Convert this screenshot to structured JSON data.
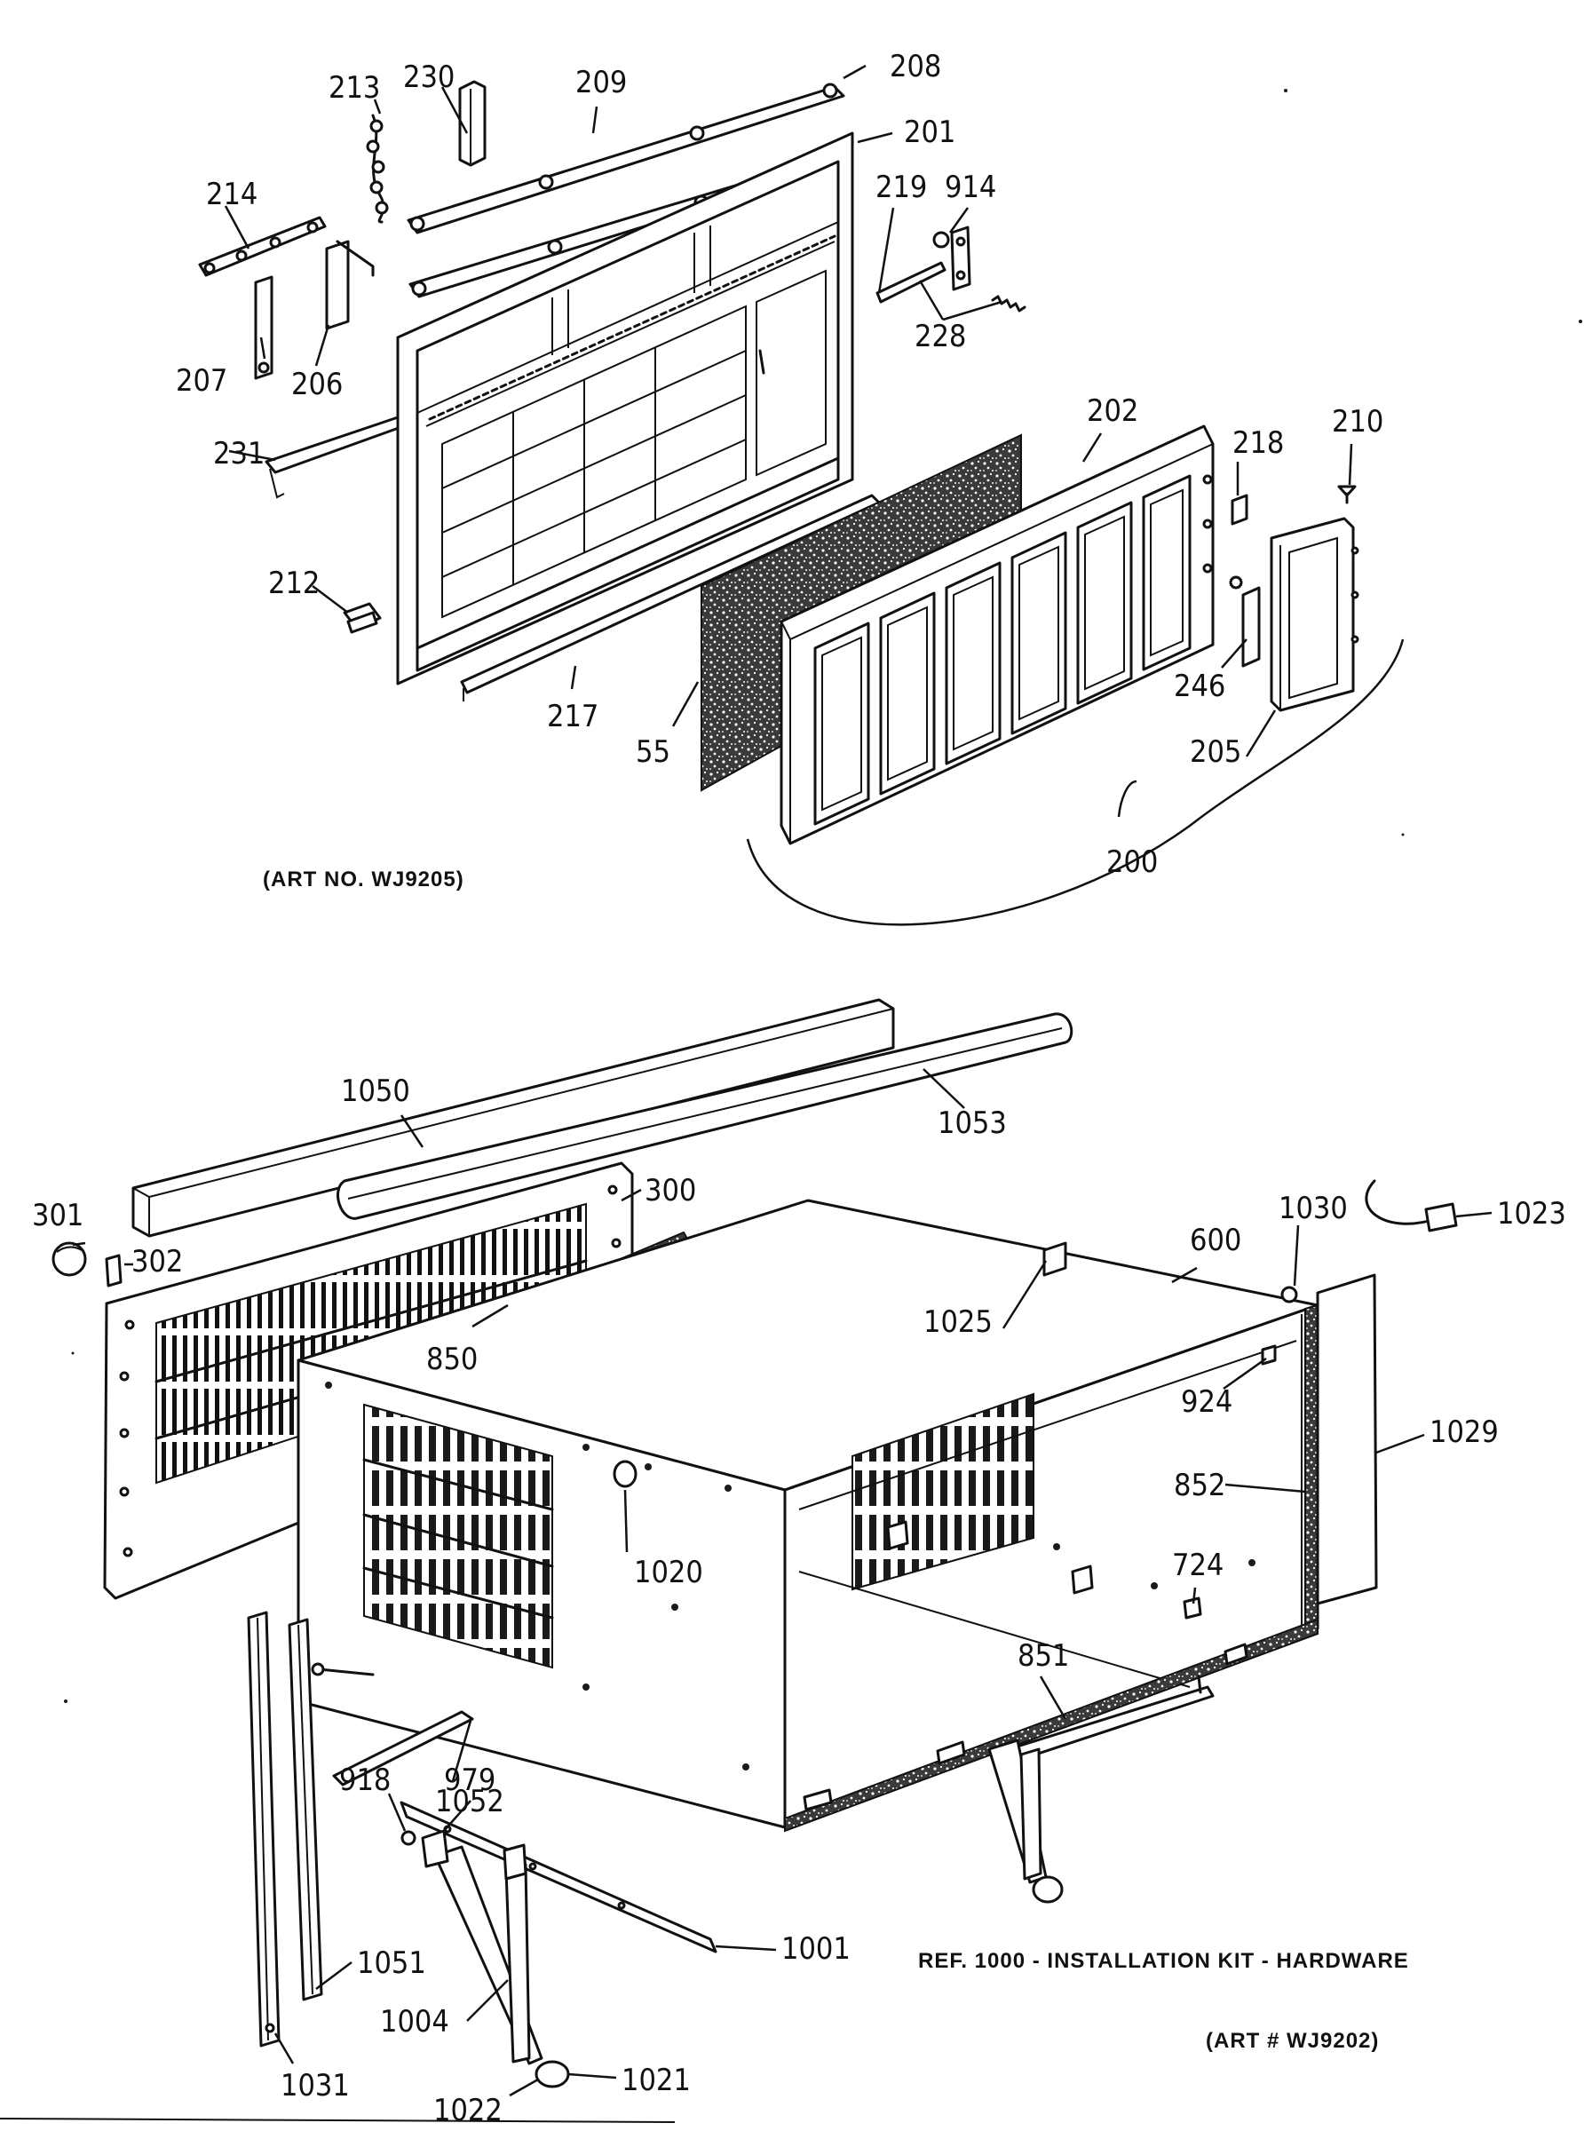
{
  "labels": {
    "p213": "213",
    "p230": "230",
    "p209": "209",
    "p208": "208",
    "p201": "201",
    "p214": "214",
    "p219": "219",
    "p914": "914",
    "p207": "207",
    "p206": "206",
    "p228": "228",
    "p231": "231",
    "p202": "202",
    "p218": "218",
    "p210": "210",
    "p212": "212",
    "p246": "246",
    "p217": "217",
    "p55": "55",
    "p205": "205",
    "p200": "200",
    "p1050": "1050",
    "p1053": "1053",
    "p301": "301",
    "p302": "302",
    "p300": "300",
    "p1030": "1030",
    "p1023": "1023",
    "p600": "600",
    "p1025": "1025",
    "p850": "850",
    "p924": "924",
    "p1029": "1029",
    "p852": "852",
    "p1020": "1020",
    "p724": "724",
    "p851": "851",
    "p1052": "1052",
    "p918": "918",
    "p979": "979",
    "p1051": "1051",
    "p1001": "1001",
    "p1031": "1031",
    "p1004": "1004",
    "p1022": "1022",
    "p1021": "1021"
  },
  "captions": {
    "art_top": "(ART NO. WJ9205)",
    "ref_kit": "REF. 1000 - INSTALLATION KIT - HARDWARE",
    "art_bottom": "(ART # WJ9202)"
  }
}
